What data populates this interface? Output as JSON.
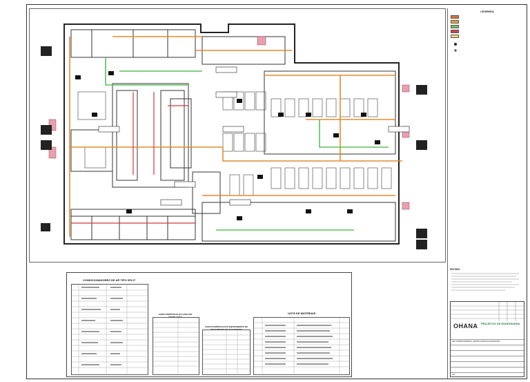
{
  "legend": {
    "title": "LEGENDA",
    "items": [
      {
        "label": "",
        "color": "#e0703a"
      },
      {
        "label": "",
        "color": "#f0a040"
      },
      {
        "label": "",
        "color": "#70c060"
      },
      {
        "label": "",
        "color": "#d84040"
      },
      {
        "label": "",
        "color": "#f6d080"
      }
    ]
  },
  "notes": {
    "title": "NOTAS:"
  },
  "stamp": {
    "brand": "OHANA",
    "brand_tagline": "PROJETOS DE ENGENHARIA",
    "project_line": "AR CONDICIONADO, VENTILAÇÃO E EXAUSTÃO",
    "sheet_code": "0.0"
  },
  "tables": {
    "split_title": "CONDICIONADORES DE AR TIPO SPLIT",
    "fancoil_title": "CARACTERÍSTICAS DA CAIXA DE VENTILAÇÃO",
    "materials_title": "LISTA DE MATERIAIS",
    "small_title": "CARACTERÍSTICAS DO EQUIPAMENTO DE TRATAMENTO DE AR EXTERNO"
  },
  "colors": {
    "duct_orange": "#e38a2e",
    "duct_green": "#5cc05c",
    "duct_red": "#d23a3a",
    "wall": "#222222",
    "pink": "#e6a0b0"
  }
}
